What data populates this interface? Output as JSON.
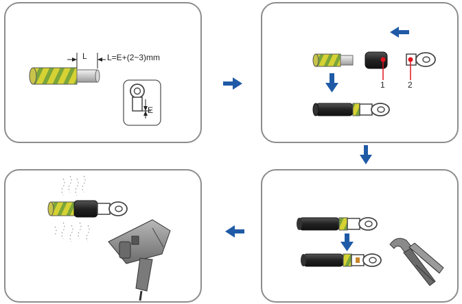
{
  "step1": {
    "strip_length_label": "L",
    "formula_label": "L=E+(2~3)mm",
    "terminal_depth_label": "E"
  },
  "step2": {
    "callout_1": "1",
    "callout_2": "2"
  },
  "colors": {
    "flow_arrow": "#1f5aa6",
    "callout_line": "#e0141e",
    "panel_border": "#8c8c8c",
    "cable_yellow": "#d6d234",
    "cable_green": "#7aa53a",
    "heat_shrink": "#2a2a2a"
  },
  "flow_arrows": [
    {
      "name": "arrow-step1-to-step2",
      "direction": "right"
    },
    {
      "name": "arrow-step2-to-step3",
      "direction": "down"
    },
    {
      "name": "arrow-step3-to-step4",
      "direction": "left"
    }
  ]
}
